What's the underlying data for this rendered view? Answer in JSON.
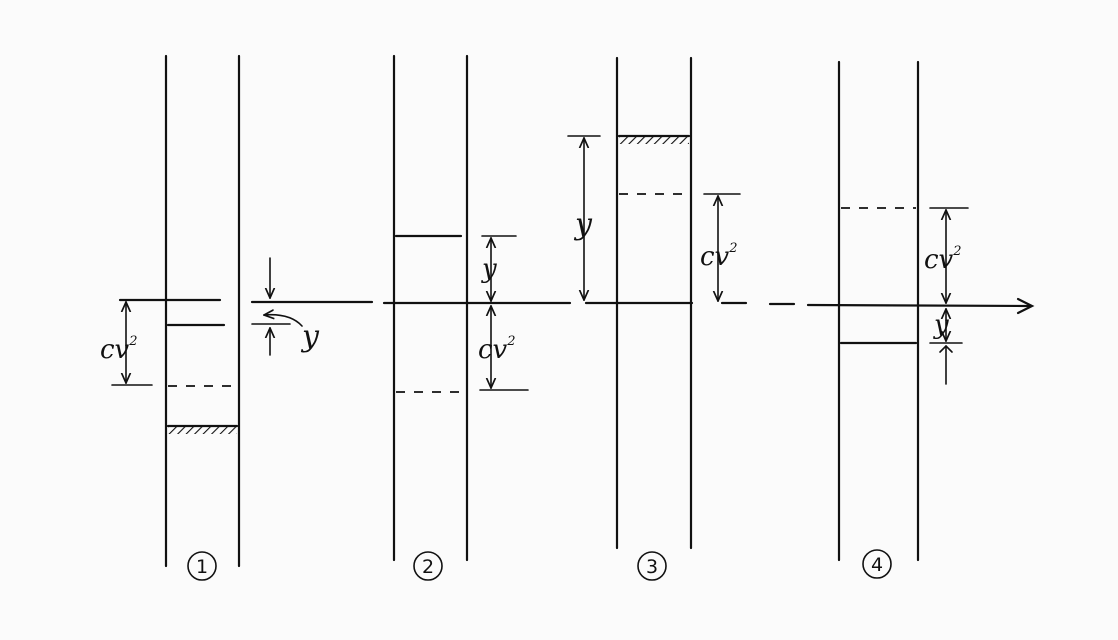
{
  "labels": {
    "y": "y",
    "cv": "cv",
    "sq": "2"
  },
  "panels": [
    {
      "number": "1"
    },
    {
      "number": "2"
    },
    {
      "number": "3"
    },
    {
      "number": "4"
    }
  ]
}
